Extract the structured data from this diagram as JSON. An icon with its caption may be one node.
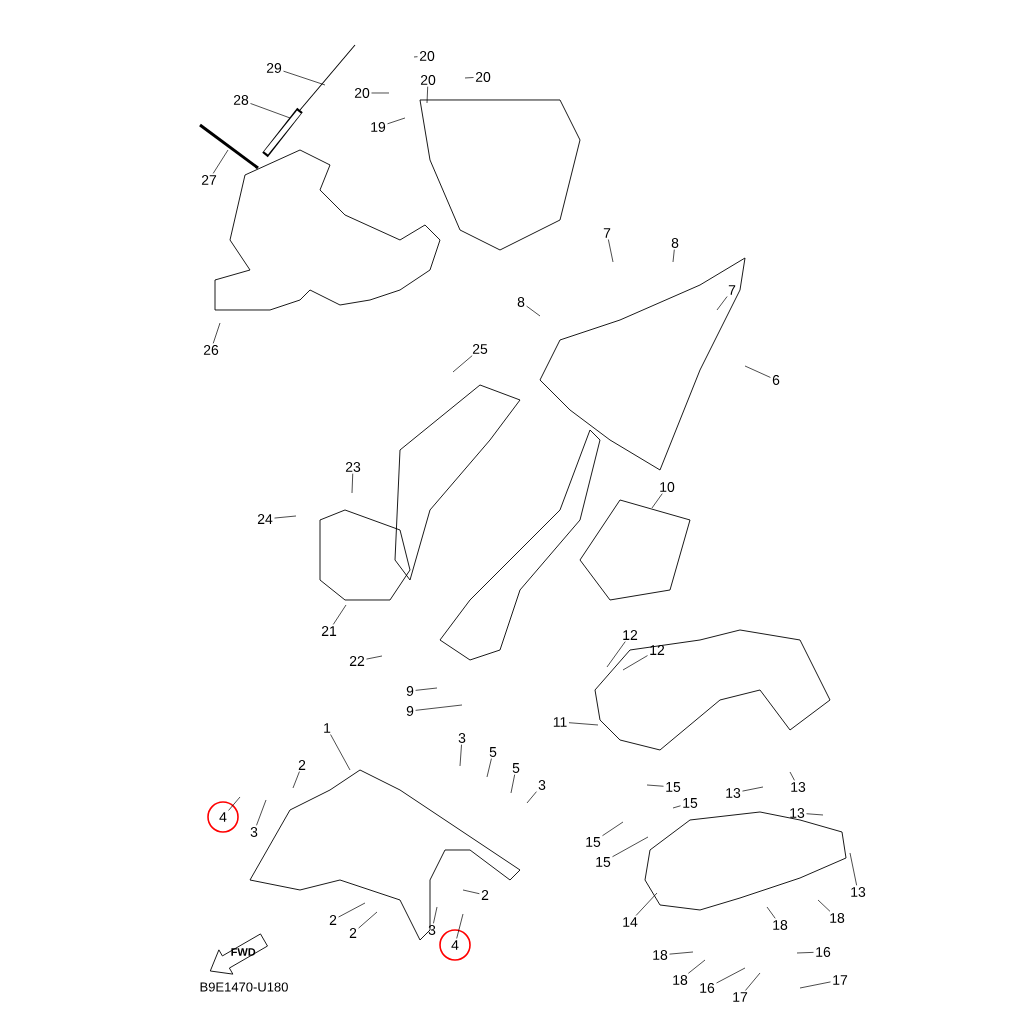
{
  "diagram": {
    "nodes": [
      {
        "text": [
          "29"
        ]
      },
      {
        "text": [
          "20"
        ]
      },
      {
        "text": [
          "20"
        ]
      },
      {
        "text": [
          "28"
        ]
      },
      {
        "text": [
          "20"
        ]
      },
      {
        "text": [
          "20"
        ]
      },
      {
        "text": [
          "19"
        ]
      },
      {
        "text": [
          "27"
        ]
      },
      {
        "text": [
          "7"
        ]
      },
      {
        "text": [
          "8"
        ]
      },
      {
        "text": [
          "7"
        ]
      },
      {
        "text": [
          "8"
        ]
      },
      {
        "text": [
          "26"
        ]
      },
      {
        "text": [
          "25"
        ]
      },
      {
        "text": [
          "6"
        ]
      },
      {
        "text": [
          "10"
        ]
      },
      {
        "text": [
          "23"
        ]
      },
      {
        "text": [
          "24"
        ]
      },
      {
        "text": [
          "21"
        ]
      },
      {
        "text": [
          "12"
        ]
      },
      {
        "text": [
          "12"
        ]
      },
      {
        "text": [
          "22"
        ]
      },
      {
        "text": [
          "9"
        ]
      },
      {
        "text": [
          "9"
        ]
      },
      {
        "text": [
          "1"
        ]
      },
      {
        "text": [
          "11"
        ]
      },
      {
        "text": [
          "3"
        ]
      },
      {
        "text": [
          "5"
        ]
      },
      {
        "text": [
          "2"
        ]
      },
      {
        "text": [
          "5"
        ]
      },
      {
        "text": [
          "3"
        ]
      },
      {
        "text": [
          "13"
        ]
      },
      {
        "text": [
          "15"
        ]
      },
      {
        "text": [
          "13"
        ]
      },
      {
        "text": [
          "15"
        ]
      },
      {
        "text": [
          "13"
        ]
      },
      {
        "text": [
          "4"
        ]
      },
      {
        "text": [
          "3"
        ]
      },
      {
        "text": [
          "15"
        ]
      },
      {
        "text": [
          "15"
        ]
      },
      {
        "text": [
          "13"
        ]
      },
      {
        "text": [
          "2"
        ]
      },
      {
        "text": [
          "14"
        ]
      },
      {
        "text": [
          "18"
        ]
      },
      {
        "text": [
          "18"
        ]
      },
      {
        "text": [
          "2"
        ]
      },
      {
        "text": [
          "3"
        ]
      },
      {
        "text": [
          "2"
        ]
      },
      {
        "text": [
          "4"
        ]
      },
      {
        "text": [
          "18"
        ]
      },
      {
        "text": [
          "16"
        ]
      },
      {
        "text": [
          "18"
        ]
      },
      {
        "text": [
          "16"
        ]
      },
      {
        "text": [
          "17"
        ]
      },
      {
        "text": [
          "17"
        ]
      }
    ],
    "edges": [
      {
        "from": 0,
        "to": null,
        "arrow": "none"
      },
      {
        "from": 1,
        "to": null,
        "arrow": "none"
      },
      {
        "from": 2,
        "to": null,
        "arrow": "none"
      },
      {
        "from": 3,
        "to": null,
        "arrow": "none"
      },
      {
        "from": 4,
        "to": null,
        "arrow": "none"
      },
      {
        "from": 5,
        "to": null,
        "arrow": "none"
      },
      {
        "from": 6,
        "to": null,
        "arrow": "none"
      },
      {
        "from": 7,
        "to": null,
        "arrow": "none"
      },
      {
        "from": 8,
        "to": null,
        "arrow": "none"
      },
      {
        "from": 9,
        "to": null,
        "arrow": "none"
      },
      {
        "from": 10,
        "to": null,
        "arrow": "none"
      },
      {
        "from": 11,
        "to": null,
        "arrow": "none"
      },
      {
        "from": 12,
        "to": null,
        "arrow": "none"
      },
      {
        "from": 13,
        "to": null,
        "arrow": "none"
      },
      {
        "from": 14,
        "to": null,
        "arrow": "none"
      },
      {
        "from": 15,
        "to": null,
        "arrow": "none"
      },
      {
        "from": 16,
        "to": null,
        "arrow": "none"
      },
      {
        "from": 17,
        "to": null,
        "arrow": "none"
      },
      {
        "from": 18,
        "to": null,
        "arrow": "none"
      },
      {
        "from": 19,
        "to": null,
        "arrow": "none"
      },
      {
        "from": 20,
        "to": null,
        "arrow": "none"
      },
      {
        "from": 21,
        "to": null,
        "arrow": "none"
      },
      {
        "from": 22,
        "to": null,
        "arrow": "none"
      },
      {
        "from": 23,
        "to": null,
        "arrow": "none"
      },
      {
        "from": 24,
        "to": null,
        "arrow": "none"
      },
      {
        "from": 25,
        "to": null,
        "arrow": "none"
      },
      {
        "from": 26,
        "to": null,
        "arrow": "none"
      },
      {
        "from": 27,
        "to": null,
        "arrow": "none"
      },
      {
        "from": 28,
        "to": null,
        "arrow": "none"
      },
      {
        "from": 29,
        "to": null,
        "arrow": "none"
      },
      {
        "from": 30,
        "to": null,
        "arrow": "none"
      },
      {
        "from": 31,
        "to": null,
        "arrow": "none"
      },
      {
        "from": 32,
        "to": null,
        "arrow": "none"
      },
      {
        "from": 33,
        "to": null,
        "arrow": "none"
      },
      {
        "from": 34,
        "to": null,
        "arrow": "none"
      },
      {
        "from": 35,
        "to": null,
        "arrow": "none"
      },
      {
        "from": 36,
        "to": null,
        "arrow": "none"
      },
      {
        "from": 37,
        "to": null,
        "arrow": "none"
      },
      {
        "from": 38,
        "to": null,
        "arrow": "none"
      },
      {
        "from": 39,
        "to": null,
        "arrow": "none"
      },
      {
        "from": 40,
        "to": null,
        "arrow": "none"
      },
      {
        "from": 41,
        "to": null,
        "arrow": "none"
      },
      {
        "from": 42,
        "to": null,
        "arrow": "none"
      },
      {
        "from": 43,
        "to": null,
        "arrow": "none"
      },
      {
        "from": 44,
        "to": null,
        "arrow": "none"
      },
      {
        "from": 45,
        "to": null,
        "arrow": "none"
      },
      {
        "from": 46,
        "to": null,
        "arrow": "none"
      },
      {
        "from": 47,
        "to": null,
        "arrow": "none"
      },
      {
        "from": 48,
        "to": null,
        "arrow": "none"
      },
      {
        "from": 49,
        "to": null,
        "arrow": "none"
      },
      {
        "from": 50,
        "to": null,
        "arrow": "none"
      },
      {
        "from": 51,
        "to": null,
        "arrow": "none"
      },
      {
        "from": 52,
        "to": null,
        "arrow": "none"
      },
      {
        "from": 53,
        "to": null,
        "arrow": "none"
      },
      {
        "from": 54,
        "to": null,
        "arrow": "none"
      }
    ],
    "labels": [
      "FWD",
      "B9E1470-U180"
    ]
  }
}
